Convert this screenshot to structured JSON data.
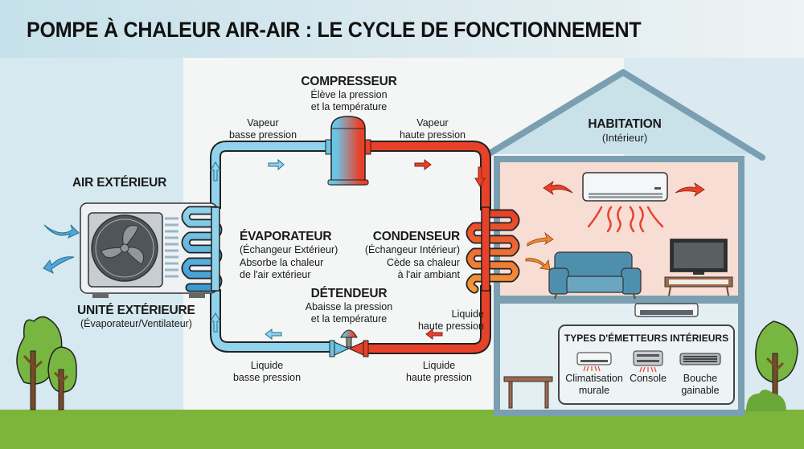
{
  "title": "POMPE À CHALEUR AIR-AIR : LE CYCLE DE FONCTIONNEMENT",
  "outdoor": {
    "air_label": "AIR EXTÉRIEUR",
    "unit_title": "UNITÉ EXTÉRIEURE",
    "unit_subtitle": "(Évaporateur/Ventilateur)"
  },
  "compressor": {
    "title": "COMPRESSEUR",
    "desc_line1": "Élève la pression",
    "desc_line2": "et la température"
  },
  "evaporator": {
    "title": "ÉVAPORATEUR",
    "subtitle": "(Échangeur Extérieur)",
    "desc_line1": "Absorbe la chaleur",
    "desc_line2": "de l'air extérieur"
  },
  "condenser": {
    "title": "CONDENSEUR",
    "subtitle": "(Échangeur Intérieur)",
    "desc_line1": "Cède sa chaleur",
    "desc_line2": "à l'air ambiant"
  },
  "expansion_valve": {
    "title": "DÉTENDEUR",
    "desc_line1": "Abaisse la pression",
    "desc_line2": "et la température"
  },
  "fluid_states": {
    "vapor_low": [
      "Vapeur",
      "basse pression"
    ],
    "vapor_high": [
      "Vapeur",
      "haute pression"
    ],
    "liquid_high_right": [
      "Liquide",
      "haute pression"
    ],
    "liquid_high_bottom": [
      "Liquide",
      "haute pression"
    ],
    "liquid_low": [
      "Liquide",
      "basse pression"
    ]
  },
  "house": {
    "title": "HABITATION",
    "subtitle": "(Intérieur)"
  },
  "emitters": {
    "title": "TYPES D'ÉMETTEURS INTÉRIEURS",
    "items": [
      {
        "line1": "Climatisation",
        "line2": "murale",
        "icon": "wall-ac-icon"
      },
      {
        "line1": "Console",
        "line2": "",
        "icon": "console-icon"
      },
      {
        "line1": "Bouche",
        "line2": "gainable",
        "icon": "ducted-vent-icon"
      }
    ]
  },
  "colors": {
    "cold": "#6cc4e4",
    "hot": "#e8412a",
    "warm_orange": "#ef8a2c",
    "house_frame": "#7a9fb0",
    "grass": "#7db53a",
    "room_warm": "#f7ddd3"
  }
}
